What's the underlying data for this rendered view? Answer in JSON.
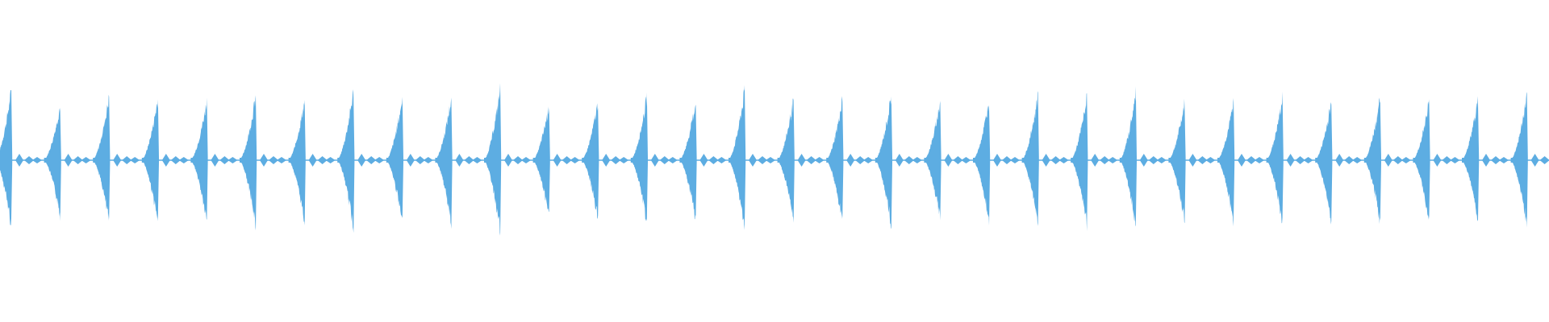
{
  "waveform": {
    "color": "#5dade2",
    "background": "#ffffff",
    "beats": [
      {
        "peak_up": 0.93,
        "peak_down": 0.88,
        "shape": "partial"
      },
      {
        "peak_up": 0.73,
        "peak_down": 0.75
      },
      {
        "peak_up": 0.85,
        "peak_down": 0.84
      },
      {
        "peak_up": 0.83,
        "peak_down": 0.86
      },
      {
        "peak_up": 0.8,
        "peak_down": 0.84
      },
      {
        "peak_up": 0.86,
        "peak_down": 0.89
      },
      {
        "peak_up": 0.8,
        "peak_down": 0.83
      },
      {
        "peak_up": 0.93,
        "peak_down": 0.93
      },
      {
        "peak_up": 0.83,
        "peak_down": 0.85
      },
      {
        "peak_up": 0.83,
        "peak_down": 0.84
      },
      {
        "peak_up": 0.95,
        "peak_down": 0.95
      },
      {
        "peak_up": 0.74,
        "peak_down": 0.78
      },
      {
        "peak_up": 0.78,
        "peak_down": 0.8
      },
      {
        "peak_up": 0.85,
        "peak_down": 0.85
      },
      {
        "peak_up": 0.78,
        "peak_down": 0.82
      },
      {
        "peak_up": 0.93,
        "peak_down": 0.92
      },
      {
        "peak_up": 0.81,
        "peak_down": 0.83
      },
      {
        "peak_up": 0.82,
        "peak_down": 0.84
      },
      {
        "peak_up": 0.86,
        "peak_down": 0.87
      },
      {
        "peak_up": 0.78,
        "peak_down": 0.79
      },
      {
        "peak_up": 0.81,
        "peak_down": 0.83
      },
      {
        "peak_up": 0.87,
        "peak_down": 0.88
      },
      {
        "peak_up": 0.84,
        "peak_down": 0.86
      },
      {
        "peak_up": 0.89,
        "peak_down": 0.89
      },
      {
        "peak_up": 0.78,
        "peak_down": 0.81
      },
      {
        "peak_up": 0.78,
        "peak_down": 0.84
      },
      {
        "peak_up": 0.83,
        "peak_down": 0.84
      },
      {
        "peak_up": 0.78,
        "peak_down": 0.82
      },
      {
        "peak_up": 0.83,
        "peak_down": 0.84
      },
      {
        "peak_up": 0.8,
        "peak_down": 0.82
      },
      {
        "peak_up": 0.83,
        "peak_down": 0.82
      },
      {
        "peak_up": 0.87,
        "peak_down": 0.87
      }
    ]
  }
}
